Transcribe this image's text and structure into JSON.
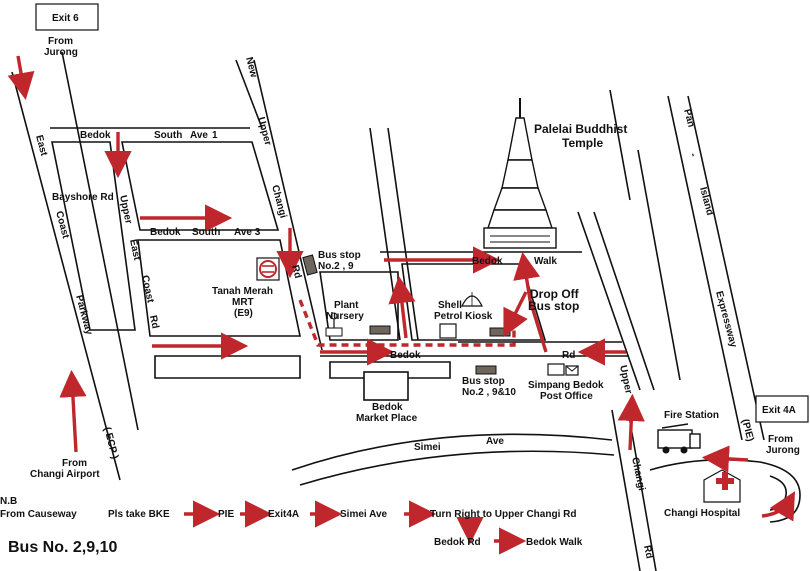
{
  "places": {
    "exit6": "Exit 6",
    "from_jurong_top": "From",
    "from_jurong_top2": "Jurong",
    "exit4a": "Exit 4A",
    "from_jurong_right": "From",
    "from_jurong_right2": "Jurong",
    "from_changi": "From",
    "from_changi2": "Changi Airport",
    "temple1": "Palelai Buddhist",
    "temple2": "Temple",
    "bus_stop_29": "Bus stop",
    "bus_stop_29b": "No.2 , 9",
    "mrt1": "Tanah Merah",
    "mrt2": "MRT",
    "mrt3": "(E9)",
    "nursery1": "Plant",
    "nursery2": "Nursery",
    "shell1": "Shell",
    "shell2": "Petrol Kiosk",
    "dropoff1": "Drop Off",
    "dropoff2": "Bus stop",
    "market1": "Bedok",
    "market2": "Market Place",
    "bus_stop_2910": "Bus stop",
    "bus_stop_2910b": "No.2 , 9&10",
    "post1": "Simpang Bedok",
    "post2": "Post Office",
    "fire": "Fire Station",
    "hospital": "Changi Hospital"
  },
  "roads": {
    "bedok_south_ave1_a": "Bedok",
    "bedok_south_ave1_b": "South",
    "bedok_south_ave1_c": "Ave",
    "bedok_south_ave1_d": "1",
    "bayshore": "Bayshore Rd",
    "bedok_south_ave3_a": "Bedok",
    "bedok_south_ave3_b": "South",
    "bedok_south_ave3_c": "Ave 3",
    "east": "East",
    "coast": "Coast",
    "parkway": "Parkway",
    "ecp": "( ECP )",
    "upper1": "Upper",
    "east2": "East",
    "coast2": "Coast",
    "rd2": "Rd",
    "new": "New",
    "upper3": "Upper",
    "changi3": "Changi",
    "rd3": "Rd",
    "bedok_walk_a": "Bedok",
    "bedok_walk_b": "Walk",
    "bedok_rd_a": "Bedok",
    "bedok_rd_b": "Rd",
    "simei_a": "Simei",
    "simei_b": "Ave",
    "upper4": "Upper",
    "changi4": "Changi",
    "rd4": "Rd",
    "pan": "Pan",
    "dash": "-",
    "island": "Island",
    "expressway": "Expressway",
    "pie": "(PIE)"
  },
  "directions": {
    "nb": "N.B",
    "from_causeway": "From Causeway",
    "pls_take_bke": "Pls take BKE",
    "pie": "PIE",
    "exit4a": "Exit4A",
    "simei_ave": "Simei Ave",
    "turn_right": "Turn Right to Upper Changi Rd",
    "bedok_rd": "Bedok Rd",
    "bedok_walk": "Bedok Walk",
    "bus_numbers": "Bus No. 2,9,10"
  },
  "colors": {
    "route": "#c0272d",
    "ink": "#111111",
    "bus_stop_fill": "#6e655c"
  }
}
